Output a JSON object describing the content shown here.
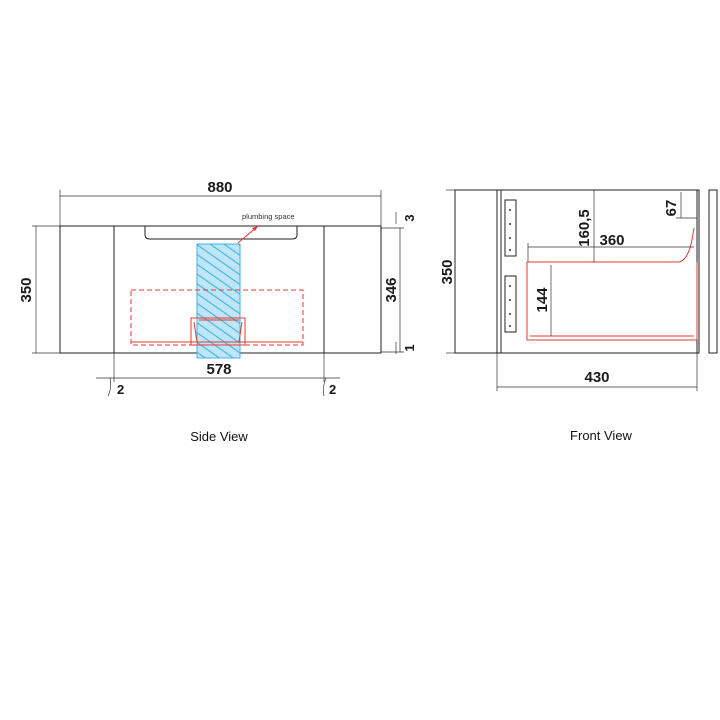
{
  "colors": {
    "outline": "#222222",
    "plumbing_zone": "#3fb3e6",
    "sink_red": "#e53935"
  },
  "side_view": {
    "caption": "Side View",
    "width_label": "880",
    "height_label": "350",
    "inner_height_label": "346",
    "top_gap_label": "3",
    "bottom_gap_label": "1",
    "inner_width_label": "578",
    "left_gap_label": "2",
    "right_gap_label": "2",
    "plumbing_note": "plumbing space"
  },
  "front_view": {
    "caption": "Front View",
    "height_label": "350",
    "width_label": "430",
    "shelf_height_label": "160,5",
    "inner_depth_label": "360",
    "top_offset_label": "67",
    "drawer_height_label": "144"
  }
}
